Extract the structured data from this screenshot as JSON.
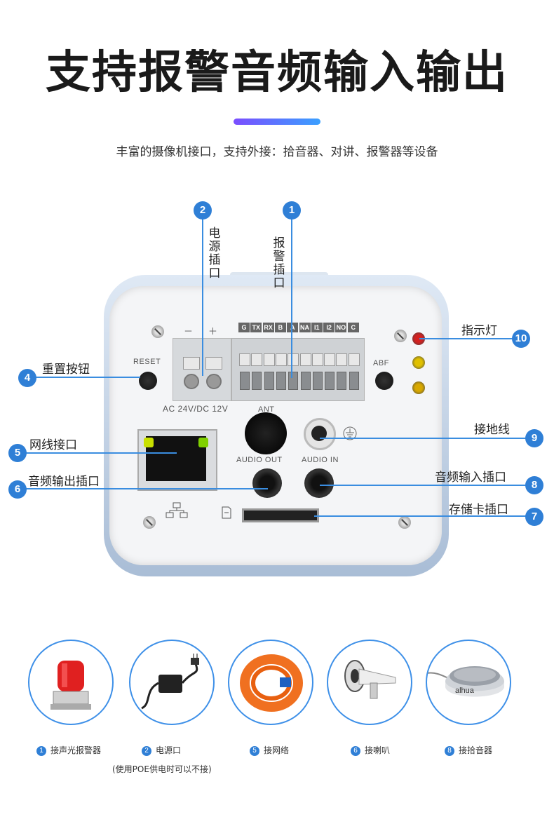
{
  "header": {
    "title": "支持报警音频输入输出",
    "subtitle": "丰富的摄像机接口，支持外接：拾音器、对讲、报警器等设备"
  },
  "camera": {
    "callouts": [
      {
        "num": "1",
        "label": "报警插口"
      },
      {
        "num": "2",
        "label": "电源插口"
      },
      {
        "num": "4",
        "label": "重置按钮"
      },
      {
        "num": "5",
        "label": "网线接口"
      },
      {
        "num": "6",
        "label": "音频输出插口"
      },
      {
        "num": "7",
        "label": "存储卡插口"
      },
      {
        "num": "8",
        "label": "音频输入插口"
      },
      {
        "num": "9",
        "label": "接地线"
      },
      {
        "num": "10",
        "label": "指示灯"
      }
    ],
    "panel_text": {
      "reset": "RESET",
      "abf": "ABF",
      "power_spec": "AC 24V/DC 12V",
      "ant": "ANT",
      "audio_out": "AUDIO OUT",
      "audio_in": "AUDIO IN",
      "minus": "－",
      "plus": "＋"
    },
    "alarm_terminals": [
      "G",
      "TX",
      "RX",
      "B",
      "A",
      "NA",
      "I1",
      "I2",
      "NO",
      "C"
    ],
    "led_colors": [
      "#d42020",
      "#e0c000",
      "#d8a800"
    ]
  },
  "accessories": [
    {
      "num": "1",
      "label": "接声光报警器",
      "icon": "alarm-light-icon"
    },
    {
      "num": "2",
      "label": "电源口",
      "icon": "power-adapter-icon",
      "note": "(使用POE供电时可以不接)"
    },
    {
      "num": "5",
      "label": "接网络",
      "icon": "network-cable-icon"
    },
    {
      "num": "6",
      "label": "接喇叭",
      "icon": "loudspeaker-icon"
    },
    {
      "num": "8",
      "label": "接拾音器",
      "icon": "microphone-pickup-icon"
    }
  ],
  "brand": {
    "microphone_logo": "alhua"
  },
  "colors": {
    "accent": "#2f7fd6",
    "title_bar_start": "#7b4dff",
    "title_bar_end": "#3aa0ff"
  }
}
